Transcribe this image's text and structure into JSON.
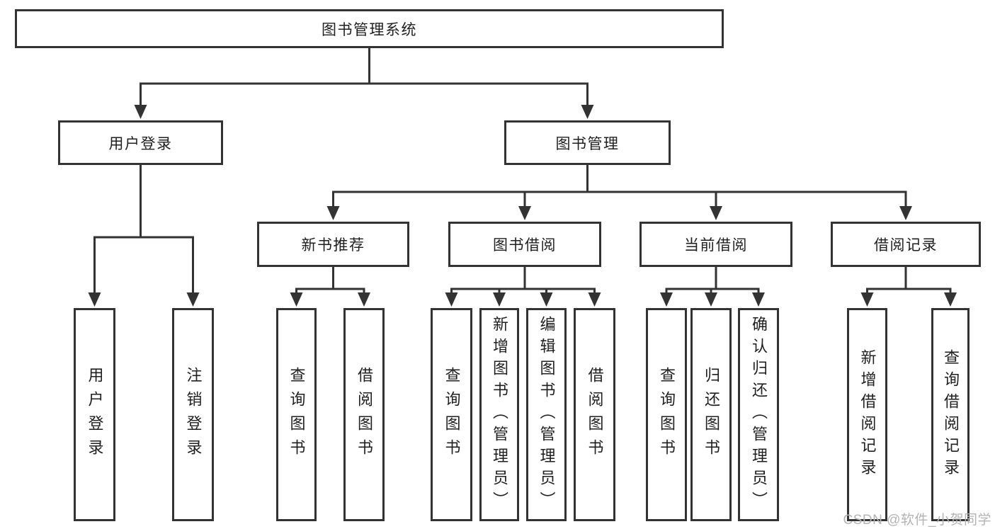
{
  "diagram": {
    "root": {
      "label": "图书管理系统"
    },
    "branches": [
      {
        "label": "用户登录",
        "children": [
          {
            "label": "用户登录"
          },
          {
            "label": "注销登录"
          }
        ]
      },
      {
        "label": "图书管理",
        "children": [
          {
            "label": "新书推荐",
            "children": [
              {
                "label": "查询图书"
              },
              {
                "label": "借阅图书"
              }
            ]
          },
          {
            "label": "图书借阅",
            "children": [
              {
                "label": "查询图书"
              },
              {
                "label": "新增图书（管理员）"
              },
              {
                "label": "编辑图书（管理员）"
              },
              {
                "label": "借阅图书"
              }
            ]
          },
          {
            "label": "当前借阅",
            "children": [
              {
                "label": "查询图书"
              },
              {
                "label": "归还图书"
              },
              {
                "label": "确认归还（管理员）"
              }
            ]
          },
          {
            "label": "借阅记录",
            "children": [
              {
                "label": "新增借阅记录"
              },
              {
                "label": "查询借阅记录"
              }
            ]
          }
        ]
      }
    ],
    "line_color": "#333333"
  },
  "watermark": {
    "text": "CSDN @软件_小贺同学"
  }
}
